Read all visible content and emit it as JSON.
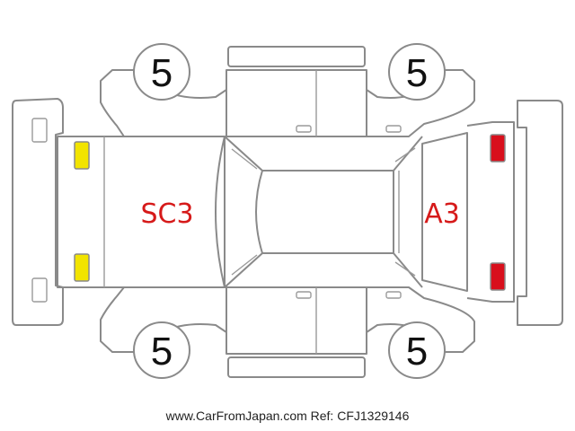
{
  "tires": {
    "front_left": "5",
    "front_right": "5",
    "rear_left": "5",
    "rear_right": "5"
  },
  "damage_codes": {
    "roof": "SC3",
    "rear_window": "A3"
  },
  "lights": {
    "front_color": "#f2e400",
    "rear_color": "#d80f1c"
  },
  "footer": {
    "watermark": "www.CarFromJapan.com Ref: CFJ1329146"
  }
}
